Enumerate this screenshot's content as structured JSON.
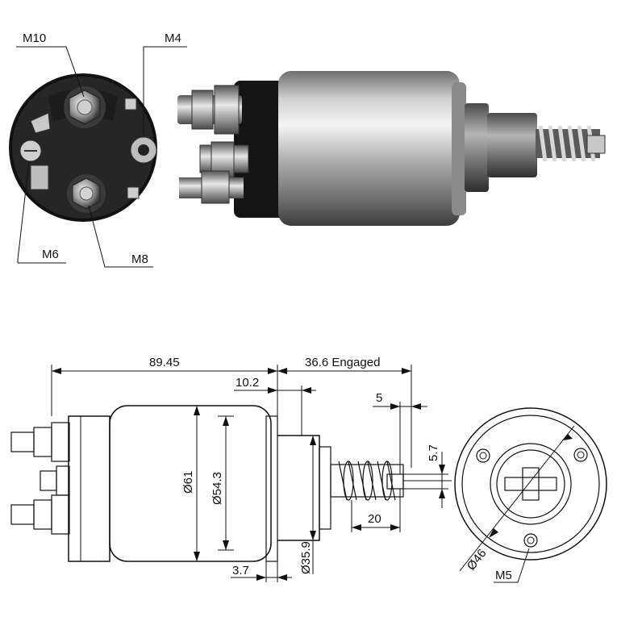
{
  "photo_callouts": {
    "m10": "M10",
    "m4": "M4",
    "m6": "M6",
    "m8": "M8"
  },
  "dimensions": {
    "overall_length": "89.45",
    "engaged_travel": "36.6 Engaged",
    "flange_offset": "10.2",
    "stroke_5": "5",
    "stroke_57": "5.7",
    "body_dia": "Ø61",
    "inner_dia": "Ø54.3",
    "spring_length": "20",
    "nose_dia": "Ø35.9",
    "flange_thk": "3.7",
    "bolt_circle": "Ø46",
    "mount_thread": "M5"
  },
  "colors": {
    "line": "#111111",
    "housing_dark": "#1a1a1a",
    "steel_light": "#d9d9d9",
    "steel_mid": "#9a9a9a"
  }
}
